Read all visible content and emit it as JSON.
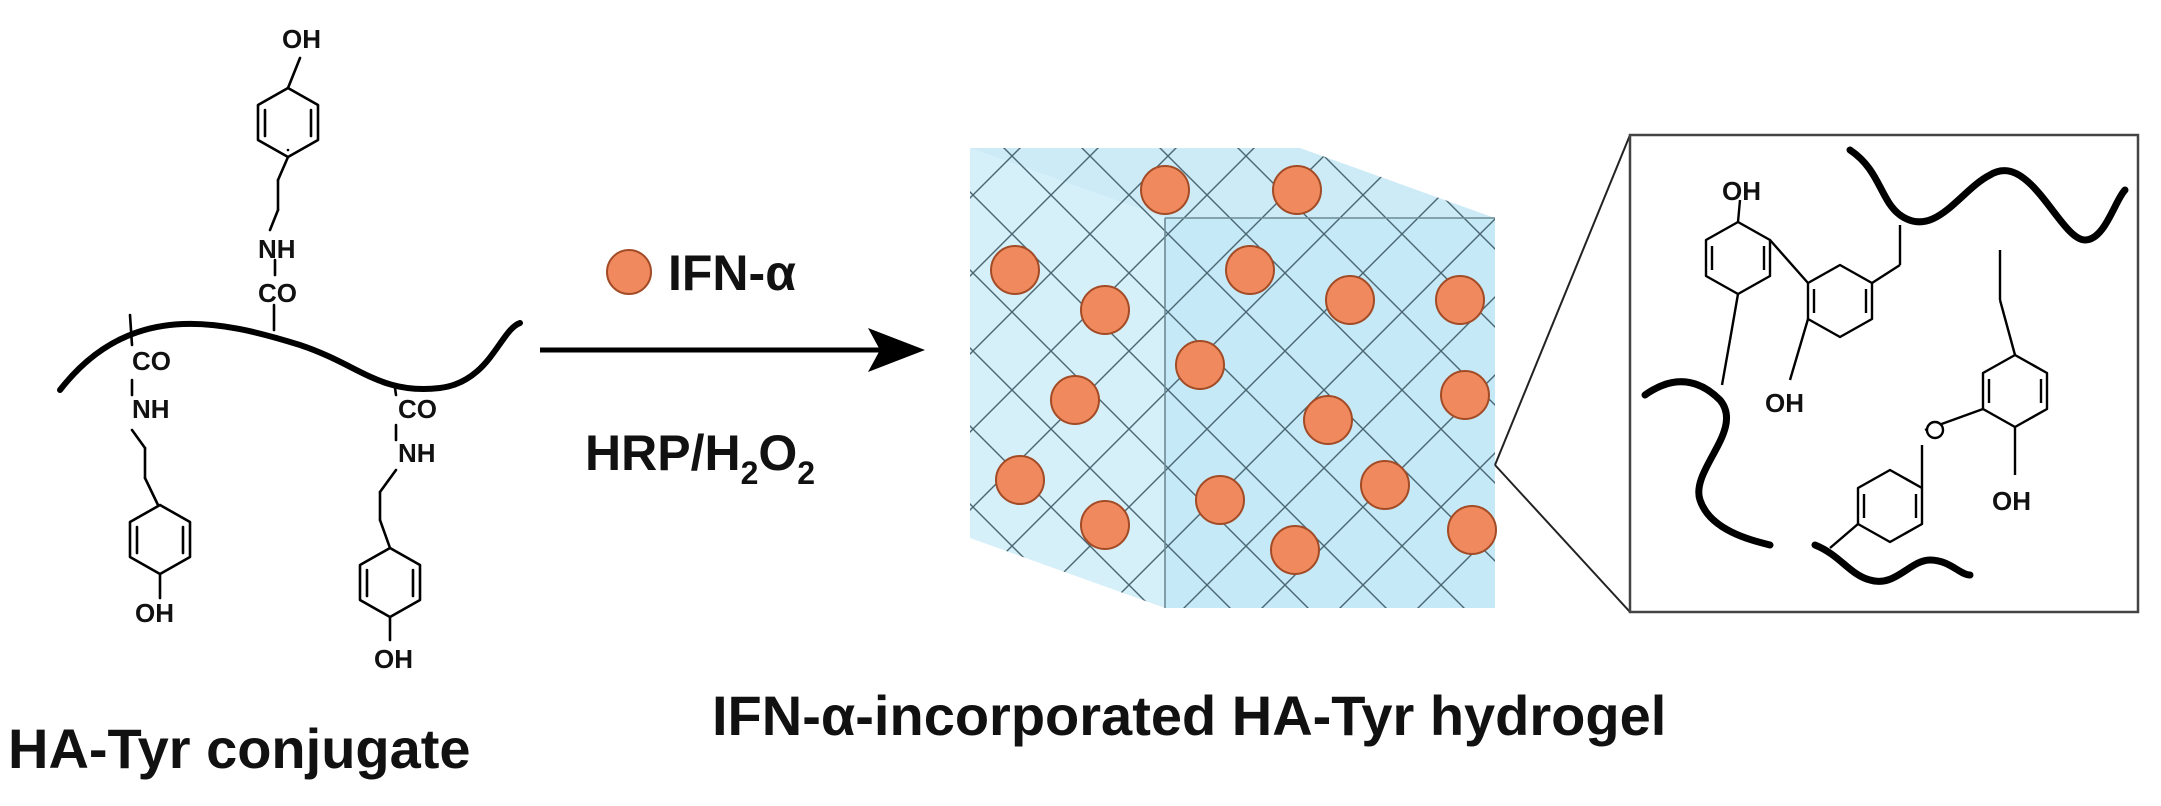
{
  "conjugate": {
    "title": "HA-Tyr conjugate",
    "groups": {
      "oh": "OH",
      "nh": "NH",
      "co": "CO"
    }
  },
  "reaction": {
    "reagent_label": "IFN-α",
    "catalyst": {
      "prefix": "HRP/H",
      "sub1": "2",
      "mid": "O",
      "sub2": "2"
    }
  },
  "hydrogel": {
    "title": "IFN-α-incorporated HA-Tyr hydrogel",
    "colors": {
      "gel": "#c5e9f6",
      "gel_side": "#d6f0f9",
      "particle": "#f08a5e",
      "mesh": "#4a6772"
    }
  },
  "zoom": {
    "groups": {
      "oh": "OH"
    }
  }
}
